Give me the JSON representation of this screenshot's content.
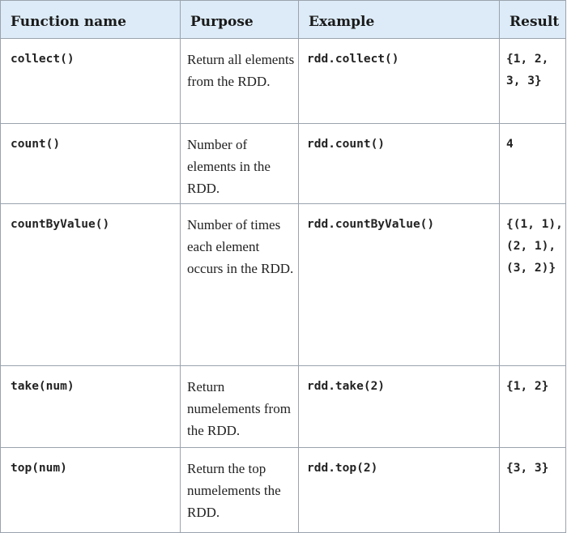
{
  "headers": {
    "function_name": "Function name",
    "purpose": "Purpose",
    "example": "Example",
    "result": "Result"
  },
  "rows": [
    {
      "function": "collect()",
      "purpose": "Return all elements from the RDD.",
      "example": "rdd.collect()",
      "result": "{1, 2, 3, 3}"
    },
    {
      "function": "count()",
      "purpose": "Number of elements in the RDD.",
      "example": "rdd.count()",
      "result": "4"
    },
    {
      "function": "countByValue()",
      "purpose": "Number of times each element occurs in the RDD.",
      "example": "rdd.countByValue()",
      "result": "{(1, 1), (2, 1), (3, 2)}"
    },
    {
      "function": "take(num)",
      "purpose": "Return numelements from the RDD.",
      "example": "rdd.take(2)",
      "result": "{1, 2}"
    },
    {
      "function": "top(num)",
      "purpose": "Return the top numelements the RDD.",
      "example": "rdd.top(2)",
      "result": "{3, 3}"
    }
  ]
}
